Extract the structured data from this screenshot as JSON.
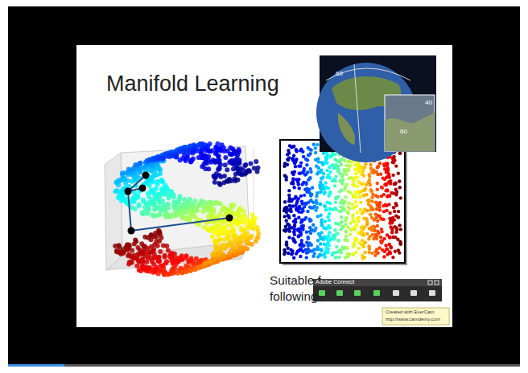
{
  "diagram": {
    "title": "Manifold Learning",
    "labels": [
      "60",
      "40",
      "60",
      "Suitable f",
      "following",
      "Adobe Connect",
      "Created with EverCam",
      "http://www.camdemy.com"
    ]
  }
}
